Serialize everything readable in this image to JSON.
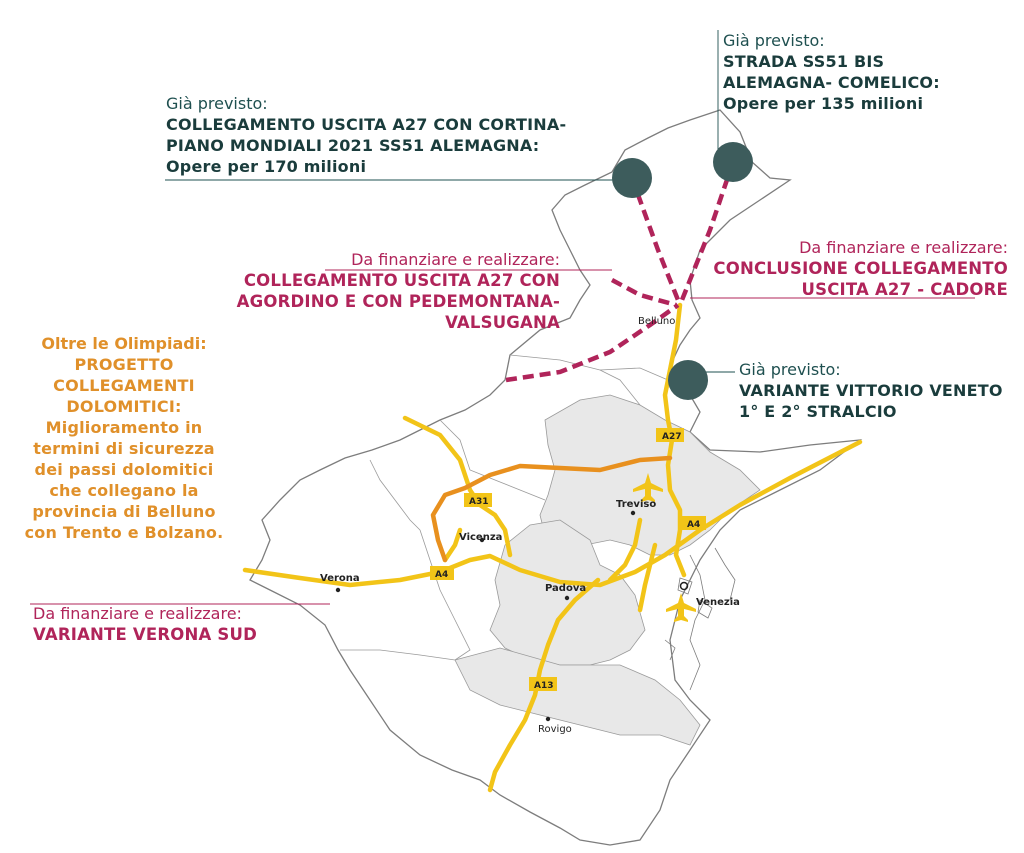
{
  "notes": {
    "cortina": {
      "pre": "Già previsto:",
      "lines": [
        "COLLEGAMENTO USCITA A27 CON CORTINA-",
        "PIANO MONDIALI 2021 SS51 ALEMAGNA:",
        "Opere per 170 milioni"
      ]
    },
    "comelico": {
      "pre": "Già previsto:",
      "lines": [
        "STRADA SS51 BIS",
        "ALEMAGNA- COMELICO:",
        "Opere per 135 milioni"
      ]
    },
    "agordino": {
      "pre": "Da finanziare e realizzare:",
      "lines": [
        "COLLEGAMENTO USCITA A27 CON",
        "AGORDINO E CON PEDEMONTANA-",
        "VALSUGANA"
      ]
    },
    "cadore": {
      "pre": "Da finanziare e realizzare:",
      "lines": [
        "CONCLUSIONE COLLEGAMENTO",
        "USCITA A27 - CADORE"
      ]
    },
    "vittorio": {
      "pre": "Già previsto:",
      "lines": [
        "VARIANTE VITTORIO VENETO",
        "1° E 2° STRALCIO"
      ]
    },
    "olimpiadi": {
      "pre": "Oltre le Olimpiadi:",
      "lines": [
        "PROGETTO",
        "COLLEGAMENTI",
        "DOLOMITICI:",
        "Miglioramento in",
        "termini di sicurezza",
        "dei passi dolomitici",
        "che collegano la",
        "provincia di Belluno",
        "con Trento e Bolzano."
      ]
    },
    "verona_sud": {
      "pre": "Da finanziare e realizzare:",
      "lines": [
        "VARIANTE VERONA SUD"
      ]
    }
  },
  "places": {
    "belluno": "Belluno",
    "treviso": "Treviso",
    "vicenza": "Vicenza",
    "verona": "Verona",
    "padova": "Padova",
    "venezia": "Venezia",
    "rovigo": "Rovigo"
  },
  "highways": {
    "a27_north": "A27",
    "a27_south": "A4",
    "a31": "A31",
    "a4_west": "A4",
    "a13": "A13"
  },
  "colors": {
    "teal": "#1a3c3c",
    "marker": "#3d5c5c",
    "magenta": "#b0245a",
    "orange": "#e0902a",
    "road": "#f2c418",
    "road_planned": "#e8901e",
    "land": "#ffffff",
    "province_shade": "#e8e8e8",
    "border": "#8a8a8a"
  },
  "icons": [
    "airport-icon-treviso",
    "airport-icon-venezia",
    "junction-marker"
  ]
}
